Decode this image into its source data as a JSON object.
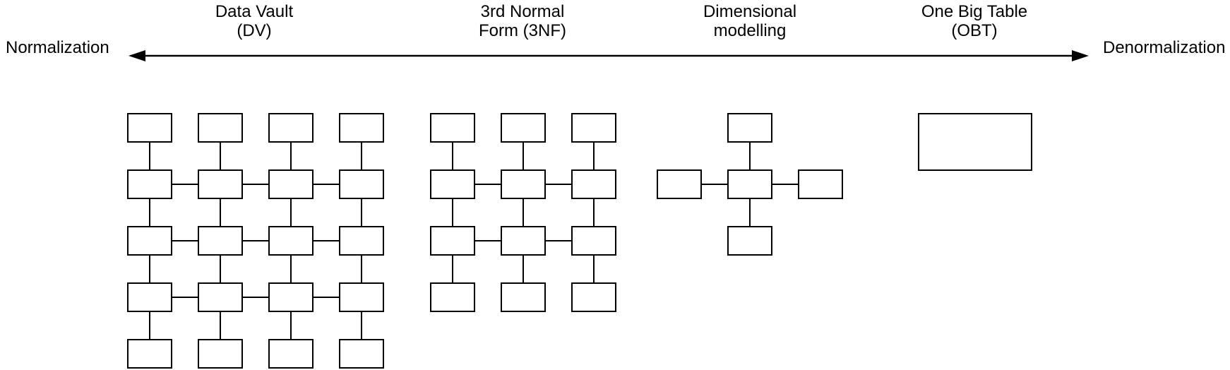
{
  "canvas": {
    "background": "#ffffff",
    "stroke": "#000000",
    "box_fill": "#ffffff"
  },
  "spectrum_axis": {
    "left_label": "Normalization",
    "right_label": "Denormalization",
    "arrow_heads": "both"
  },
  "sections": [
    {
      "id": "data-vault",
      "label_line1": "Data Vault",
      "label_line2": "(DV)",
      "structure": "grid",
      "grid": {
        "cols": 4,
        "rows": 5
      },
      "box_count": 20
    },
    {
      "id": "third-normal-form",
      "label_line1": "3rd Normal",
      "label_line2": "Form (3NF)",
      "structure": "grid",
      "grid": {
        "cols": 3,
        "rows": 4
      },
      "box_count": 12
    },
    {
      "id": "dimensional-modelling",
      "label_line1": "Dimensional",
      "label_line2": "modelling",
      "structure": "star",
      "satellites": 4,
      "box_count": 5
    },
    {
      "id": "one-big-table",
      "label_line1": "One Big Table",
      "label_line2": "(OBT)",
      "structure": "single",
      "box_count": 1
    }
  ]
}
